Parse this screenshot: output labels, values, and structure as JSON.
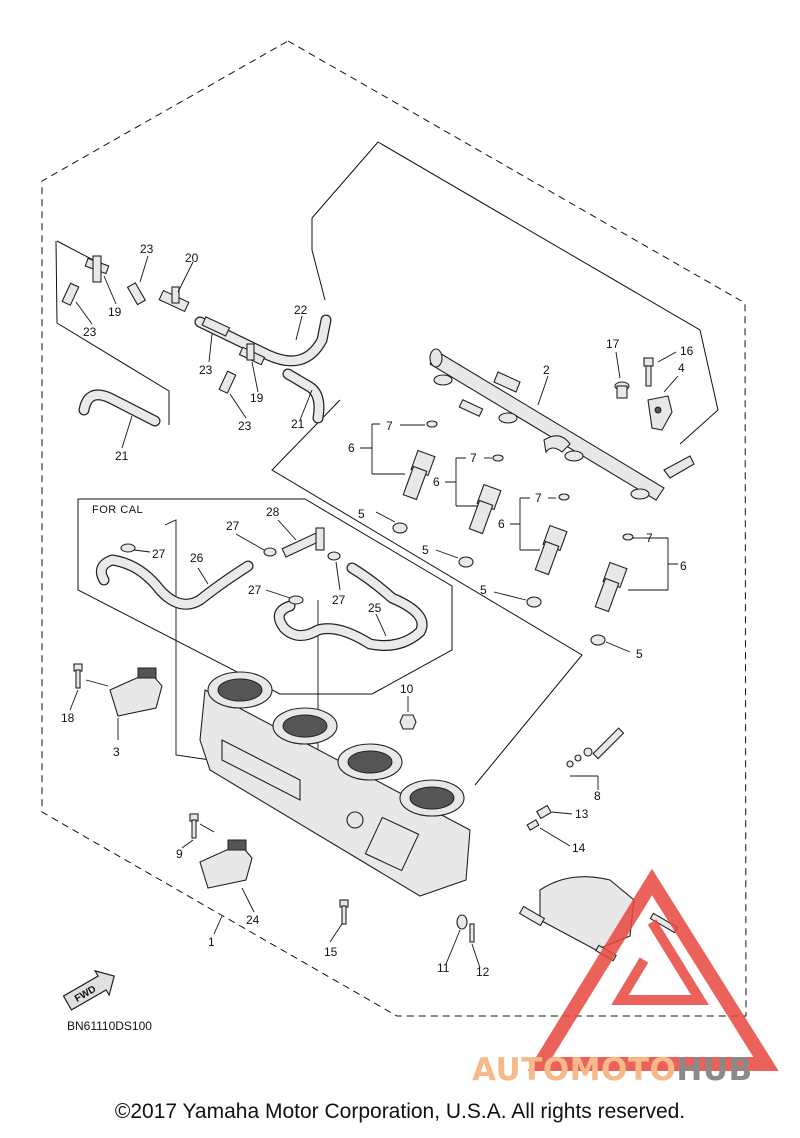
{
  "diagram_code": "BN61110DS100",
  "group_label": "FOR CAL",
  "fwd_badge": "FWD",
  "copyright": "©2017 Yamaha Motor Corporation, U.S.A. All rights reserved.",
  "watermark": {
    "part1": "AUTOMOTO",
    "part2": "HUB",
    "accent_color": "#e8473f",
    "text_color_1": "#f6b98a",
    "text_color_2": "#8a8a8a"
  },
  "callouts": [
    "1",
    "2",
    "3",
    "4",
    "5",
    "5",
    "5",
    "5",
    "6",
    "6",
    "6",
    "6",
    "7",
    "7",
    "7",
    "7",
    "8",
    "9",
    "10",
    "11",
    "12",
    "13",
    "14",
    "15",
    "16",
    "17",
    "18",
    "19",
    "19",
    "20",
    "21",
    "21",
    "22",
    "23",
    "23",
    "23",
    "23",
    "24",
    "25",
    "26",
    "27",
    "27",
    "27",
    "27",
    "28"
  ]
}
